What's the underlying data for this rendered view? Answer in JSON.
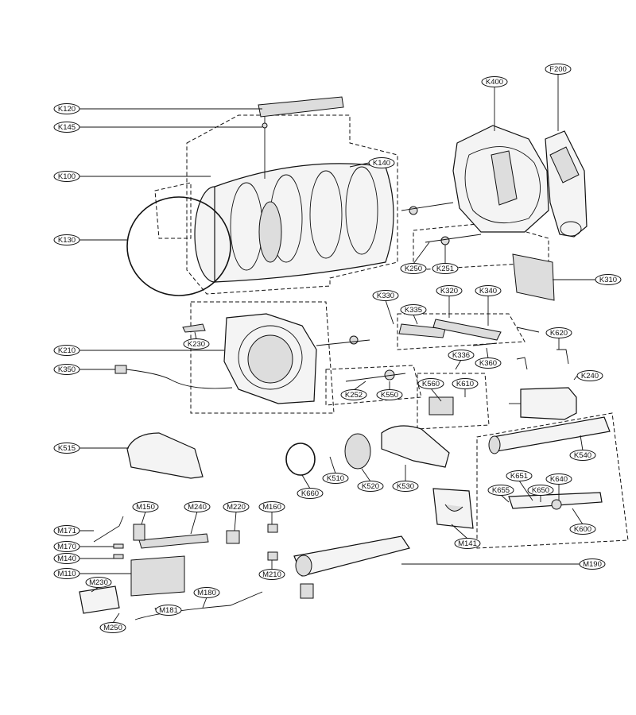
{
  "labels": [
    "K120",
    "K145",
    "K100",
    "K140",
    "K130",
    "K400",
    "F200",
    "K250",
    "K251",
    "K310",
    "K330",
    "K335",
    "K320",
    "K340",
    "K230",
    "K210",
    "K620",
    "K336",
    "K360",
    "K350",
    "K252",
    "K550",
    "K560",
    "K610",
    "K240",
    "K515",
    "K510",
    "K520",
    "K530",
    "K540",
    "K660",
    "K651",
    "K640",
    "K655",
    "K650",
    "K600",
    "M141",
    "M150",
    "M240",
    "M220",
    "M160",
    "M171",
    "M170",
    "M140",
    "M110",
    "M230",
    "M210",
    "M190",
    "M180",
    "M181",
    "M250"
  ]
}
